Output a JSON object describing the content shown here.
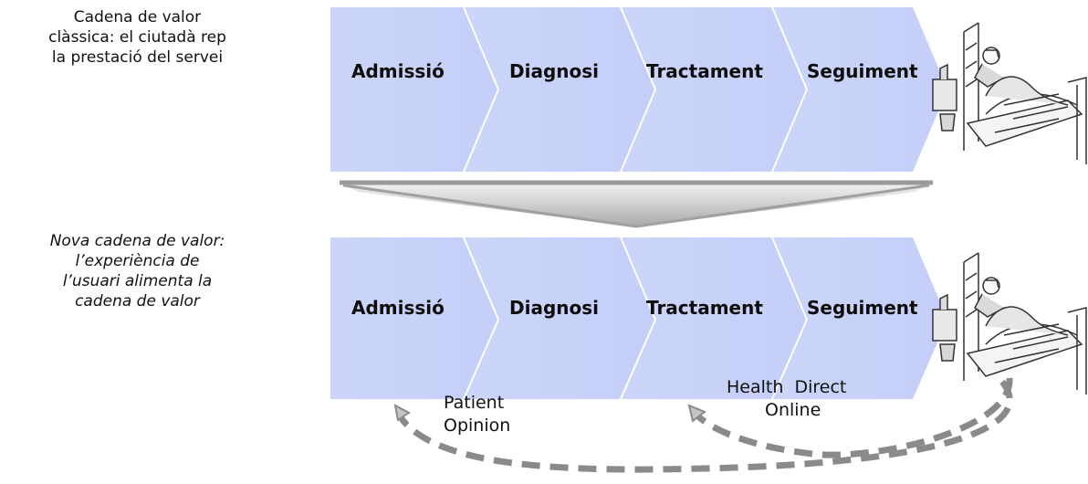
{
  "top_row": {
    "caption_lines": [
      "Cadena de valor",
      "clàssica: el ciutadà rep",
      "la prestació del servei"
    ],
    "stages": [
      "Admissió",
      "Diagnosi",
      "Tractament",
      "Seguiment"
    ]
  },
  "bottom_row": {
    "caption_lines": [
      "Nova cadena de valor:",
      "l’experiència de",
      "l’usuari alimenta la",
      "cadena de valor"
    ],
    "stages": [
      "Admissió",
      "Diagnosi",
      "Tractament",
      "Seguiment"
    ]
  },
  "feedback_sources": [
    {
      "lines": [
        "Patient",
        "Opinion"
      ]
    },
    {
      "lines": [
        "Health  Direct",
        "Online"
      ]
    }
  ],
  "colors": {
    "chevron_fill": "#ccd5f9",
    "transition_arrow": "#bdbdbd",
    "feedback_arrow": "#8a8a8a"
  },
  "icons": [
    "patient-in-bed-icon"
  ]
}
